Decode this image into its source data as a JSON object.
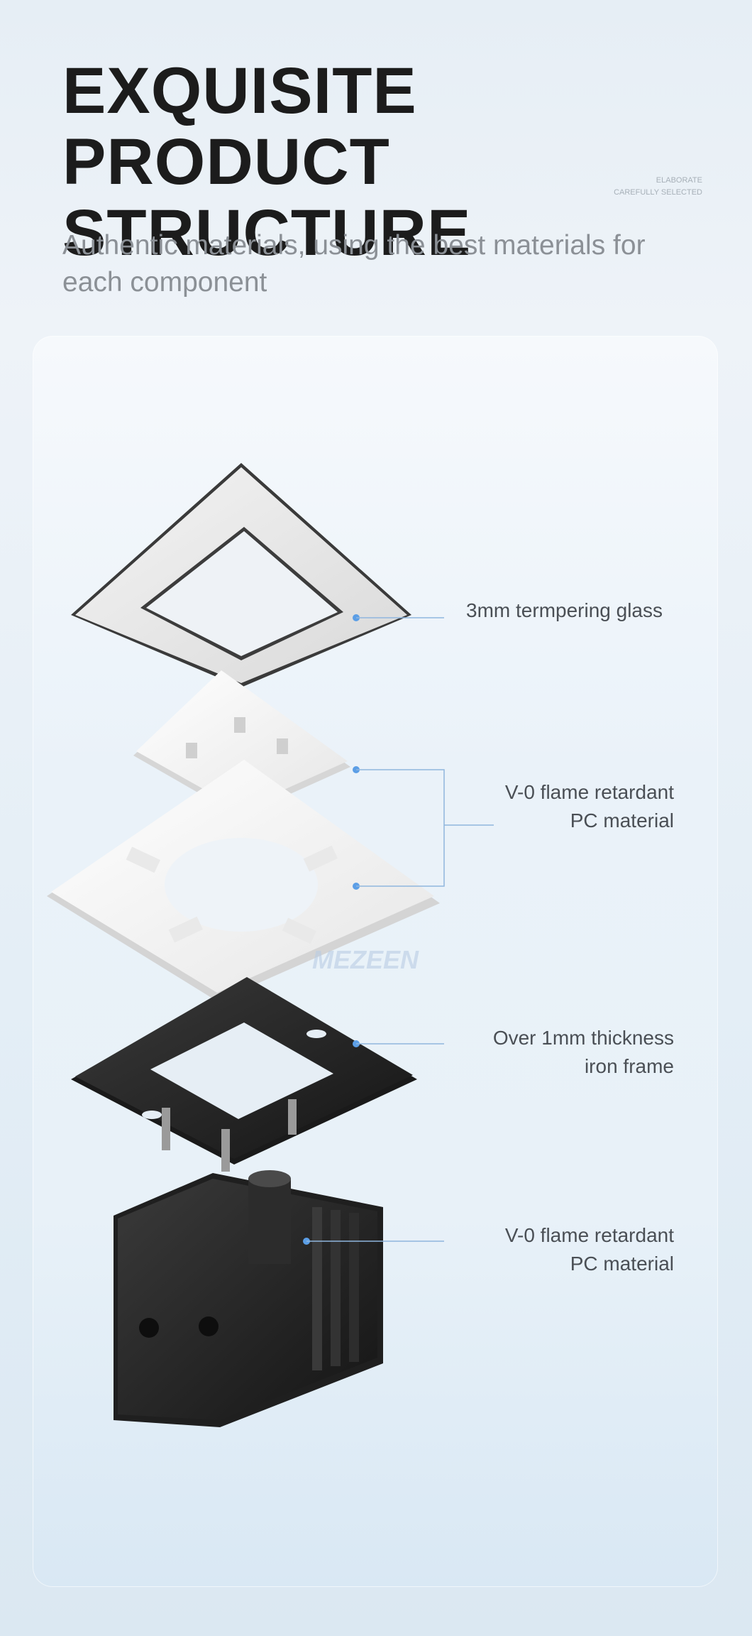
{
  "heading": {
    "line1": "EXQUISITE PRODUCT",
    "line2": "STRUCTURE"
  },
  "tagline": {
    "line1": "ELABORATE",
    "line2": "CAREFULLY SELECTED"
  },
  "subtitle": "Authentic materials, using the best materials for each component",
  "watermark": "MEZEEN",
  "components": [
    {
      "lines": [
        "3mm termpering glass"
      ],
      "part": "glass-panel"
    },
    {
      "lines": [
        "V-0 flame retardant",
        "PC material"
      ],
      "part": "pc-inner-frame"
    },
    {
      "lines": [
        "Over 1mm thickness",
        "iron frame"
      ],
      "part": "iron-frame"
    },
    {
      "lines": [
        "V-0 flame retardant",
        "PC material"
      ],
      "part": "socket-core"
    }
  ],
  "colors": {
    "title": "#1c1c1c",
    "subtitle": "#8b9096",
    "label": "#4a4f55",
    "callout_line": "#8fb6de",
    "callout_dot": "#5b9ee6",
    "panel_top": "#f6f9fc",
    "panel_bottom": "#d9e8f4"
  }
}
